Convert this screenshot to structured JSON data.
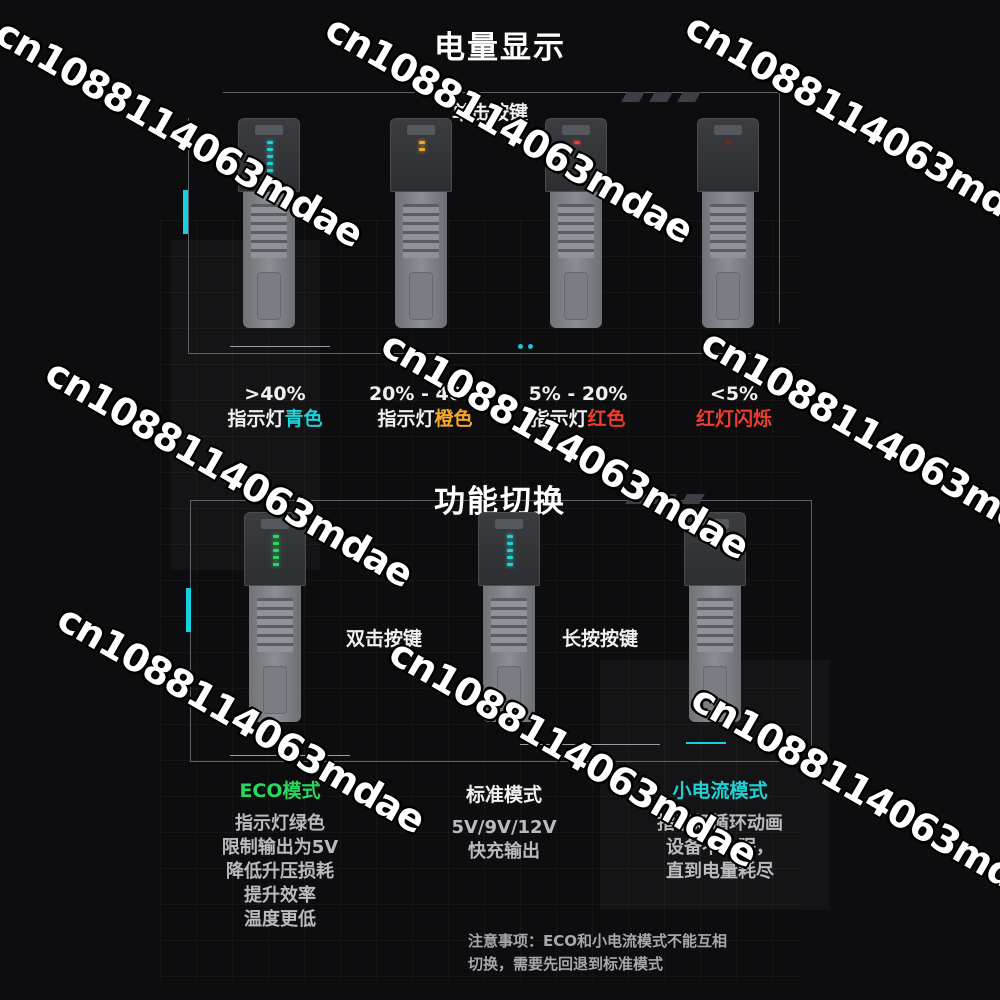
{
  "section1": {
    "title": "电量显示",
    "action": "单击按键",
    "levels": [
      {
        "range": ">40%",
        "prefix": "指示灯",
        "color_word": "青色",
        "accent": "#1fd2d6",
        "leds": [
          "#1fd2d6",
          "#1fd2d6",
          "#1fd2d6",
          "#1fd2d6",
          "#1fd2d6"
        ]
      },
      {
        "range": "20% - 40%",
        "prefix": "指示灯",
        "color_word": "橙色",
        "accent": "#f4a72a",
        "leds": [
          "#f4a72a",
          "#f4a72a"
        ]
      },
      {
        "range": "5% - 20%",
        "prefix": "指示灯",
        "color_word": "红色",
        "accent": "#ee3d30",
        "leds": [
          "#ee3d30"
        ]
      },
      {
        "range": "<5%",
        "prefix": "",
        "color_word": "红灯闪烁",
        "accent": "#ee3d30",
        "leds": [
          "#7a2520"
        ]
      }
    ]
  },
  "section2": {
    "title": "功能切换",
    "action_double": "双击按键",
    "action_long": "长按按键",
    "modes": [
      {
        "name": "ECO模式",
        "accent": "#27d95d",
        "desc": [
          "指示灯绿色",
          "限制输出为5V",
          "降低升压损耗",
          "提升效率",
          "温度更低"
        ],
        "leds": [
          "#27d95d",
          "#27d95d",
          "#27d95d",
          "#27d95d",
          "#27d95d"
        ]
      },
      {
        "name": "标准模式",
        "accent": "#f0f0f0",
        "desc": [
          "5V/9V/12V",
          "快充输出"
        ],
        "leds": [
          "#1fd2d6",
          "#1fd2d6",
          "#1fd2d6",
          "#1fd2d6",
          "#1fd2d6"
        ]
      },
      {
        "name": "小电流模式",
        "accent": "#1fd2d6",
        "desc": [
          "指示灯循环动画",
          "设备不休眠，",
          "直到电量耗尽"
        ],
        "leds": [
          "#1fd2d6",
          "#1a8a8e"
        ]
      }
    ]
  },
  "note": [
    "注意事项：ECO和小电流模式不能互相",
    "切换，需要先回退到标准模式"
  ],
  "watermark": "cn1088114063mdae"
}
